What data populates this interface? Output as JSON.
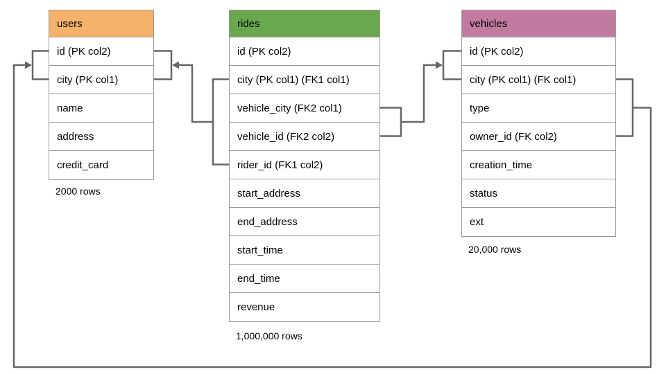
{
  "colors": {
    "users_header": "#f6b26b",
    "rides_header": "#6aa84f",
    "vehicles_header": "#c27ba0",
    "connector_line": "#666666",
    "cell_border": "#9a9a9a"
  },
  "tables": [
    {
      "name": "users",
      "header_color": "#f6b26b",
      "columns": [
        "id (PK col2)",
        "city (PK col1)",
        "name",
        "address",
        "credit_card"
      ],
      "row_count_label": "2000 rows"
    },
    {
      "name": "rides",
      "header_color": "#6aa84f",
      "columns": [
        "id (PK col2)",
        "city (PK col1) (FK1 col1)",
        "vehicle_city (FK2 col1)",
        "vehicle_id (FK2 col2)",
        "rider_id (FK1 col2)",
        "start_address",
        "end_address",
        "start_time",
        "end_time",
        "revenue"
      ],
      "row_count_label": "1,000,000 rows"
    },
    {
      "name": "vehicles",
      "header_color": "#c27ba0",
      "columns": [
        "id (PK col2)",
        "city (PK col1) (FK col1)",
        "type",
        "owner_id (FK col2)",
        "creation_time",
        "status",
        "ext"
      ],
      "row_count_label": "20,000 rows"
    }
  ],
  "relations": [
    {
      "name": "rides-to-users",
      "from_table": "rides",
      "from_columns": [
        "city (PK col1) (FK1 col1)",
        "rider_id (FK1 col2)"
      ],
      "to_table": "users",
      "to_columns": [
        "id (PK col2)",
        "city (PK col1)"
      ]
    },
    {
      "name": "rides-to-vehicles",
      "from_table": "rides",
      "from_columns": [
        "vehicle_city (FK2 col1)",
        "vehicle_id (FK2 col2)"
      ],
      "to_table": "vehicles",
      "to_columns": [
        "id (PK col2)",
        "city (PK col1) (FK col1)"
      ]
    },
    {
      "name": "vehicles-to-users",
      "from_table": "vehicles",
      "from_columns": [
        "city (PK col1) (FK col1)",
        "owner_id (FK col2)"
      ],
      "to_table": "users",
      "to_columns": [
        "id (PK col2)",
        "city (PK col1)"
      ]
    }
  ]
}
